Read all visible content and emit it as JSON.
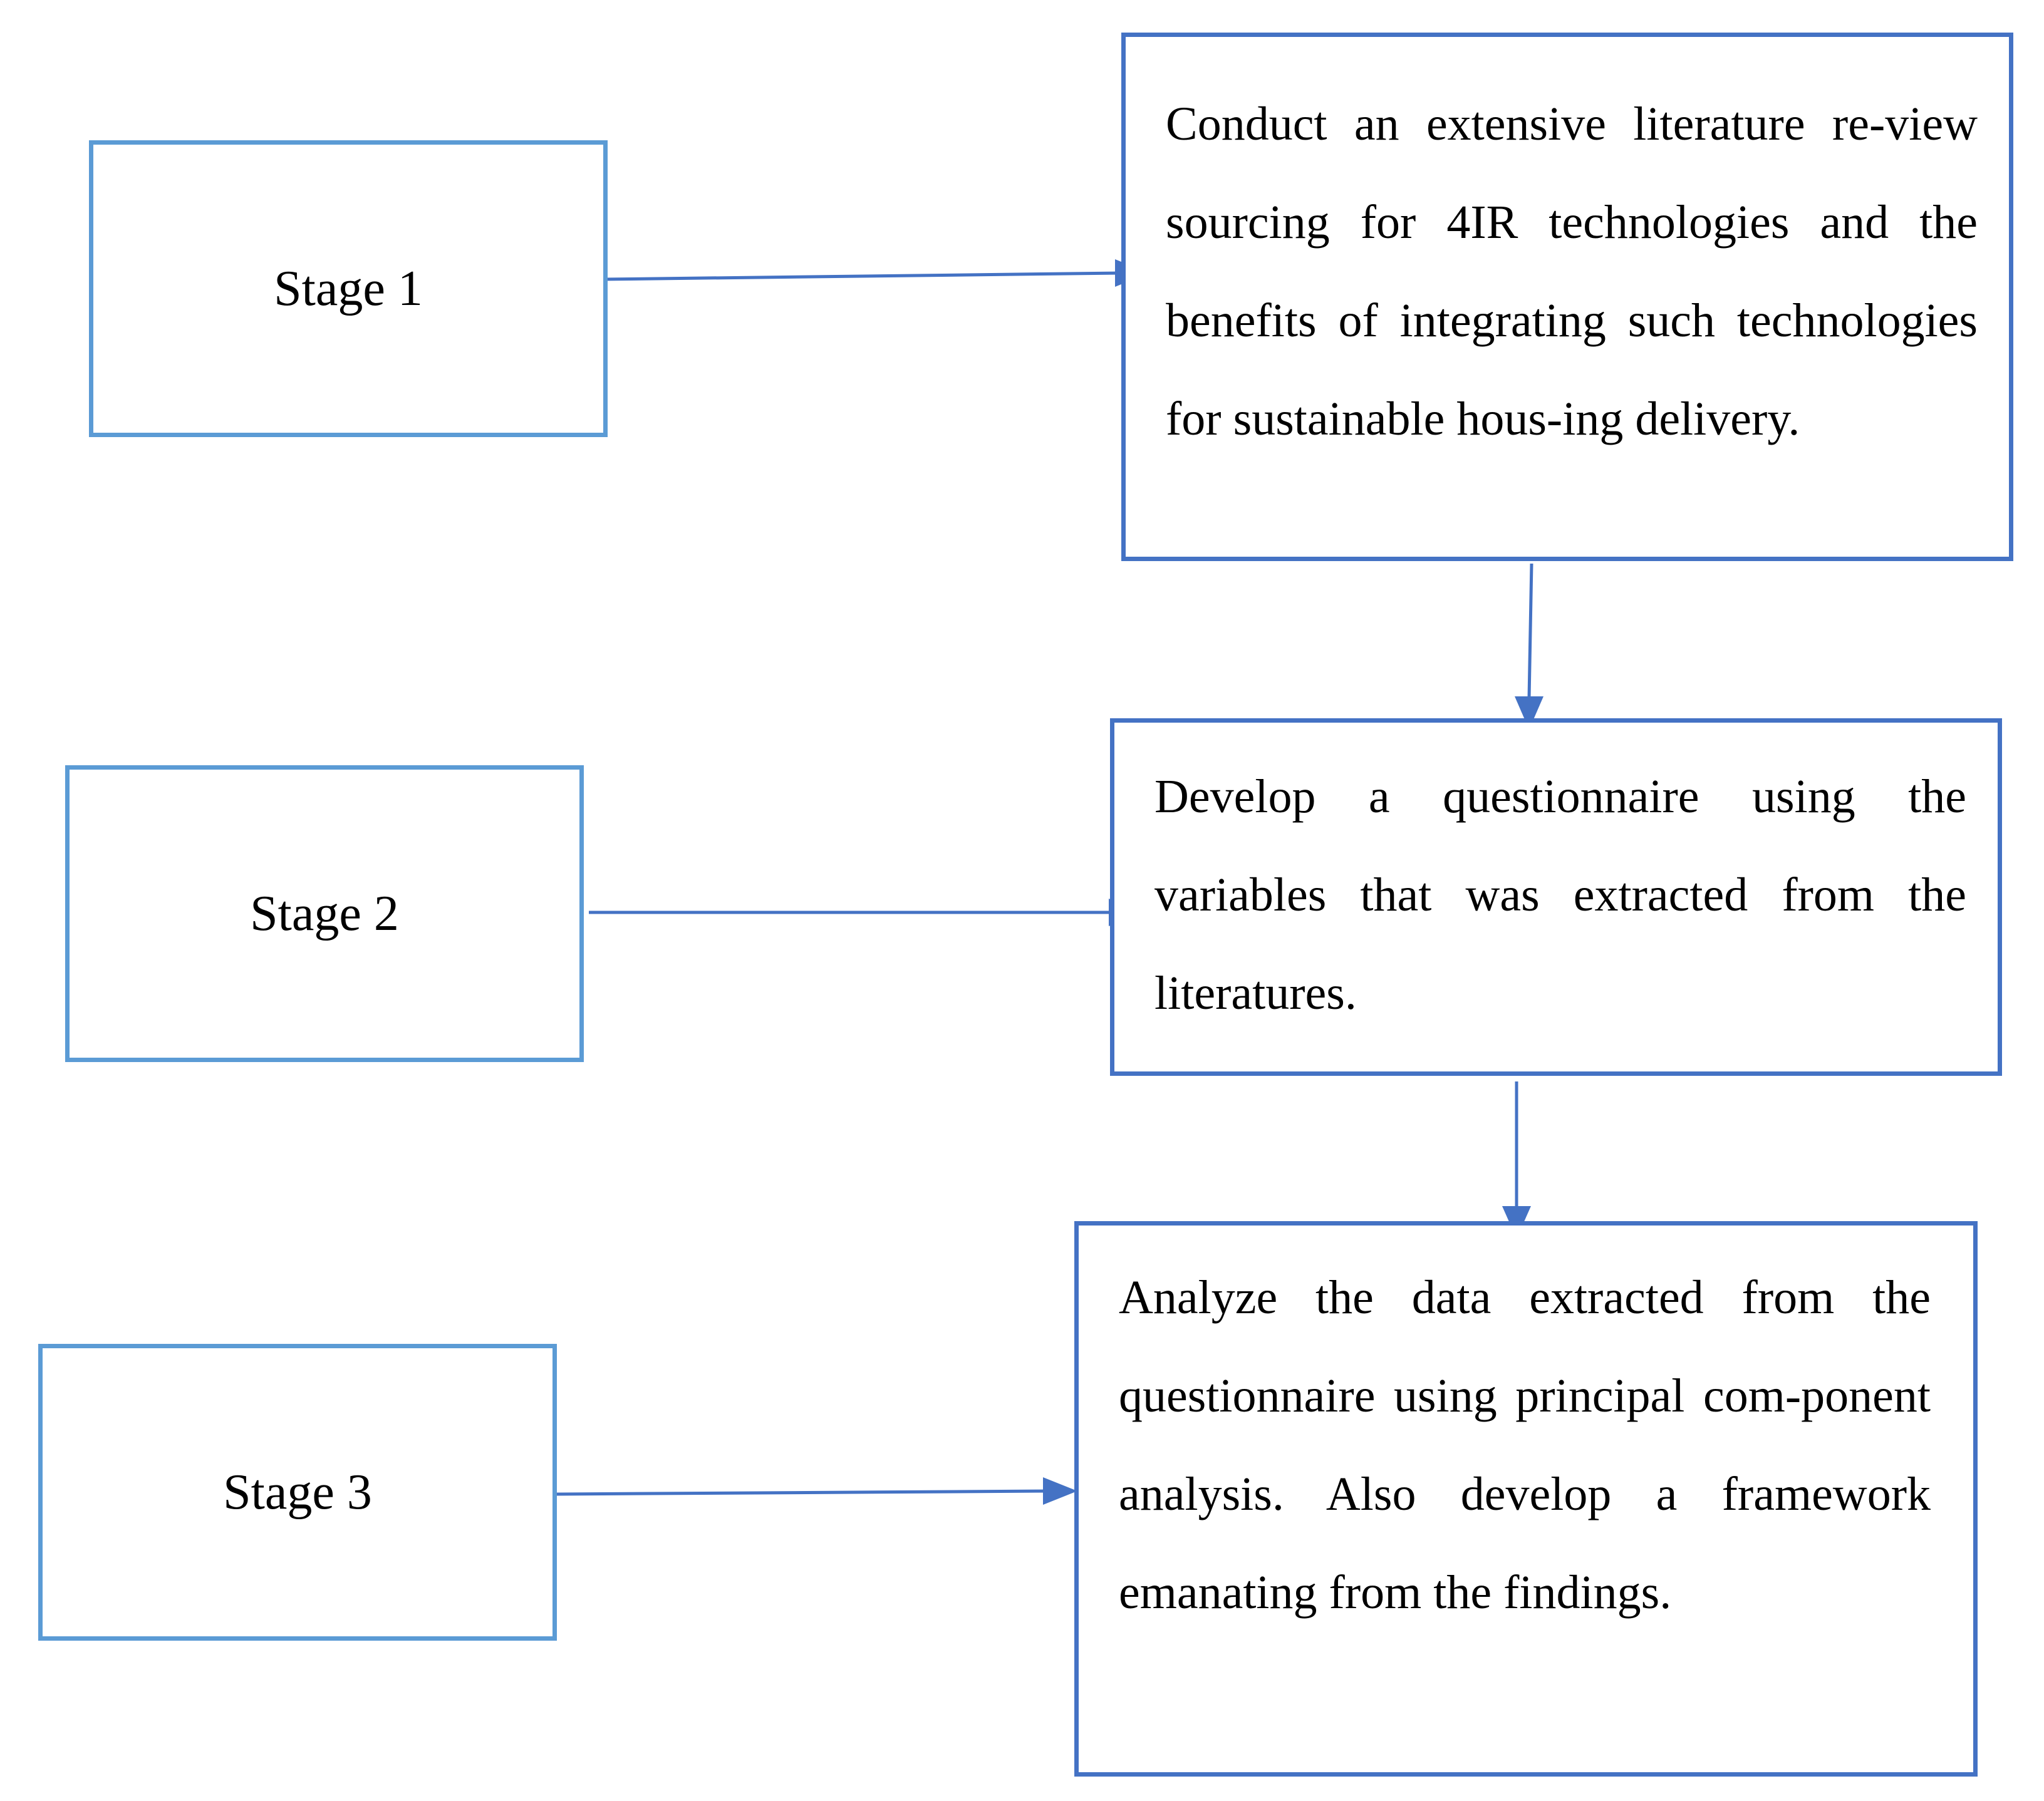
{
  "diagram": {
    "stages": [
      {
        "label": "Stage 1"
      },
      {
        "label": "Stage 2"
      },
      {
        "label": "Stage 3"
      }
    ],
    "steps": [
      {
        "text": "Conduct an extensive literature re-view sourcing for 4IR technologies and the benefits of integrating such technologies for sustainable hous-ing delivery."
      },
      {
        "text": "Develop a questionnaire using the variables that was extracted from the literatures."
      },
      {
        "text": "Analyze the data extracted from the questionnaire using principal com-ponent analysis. Also develop a framework emanating from the findings."
      }
    ],
    "colors": {
      "stage_border": "#5b9bd5",
      "step_border": "#4472c4",
      "arrow": "#4472c4"
    }
  }
}
